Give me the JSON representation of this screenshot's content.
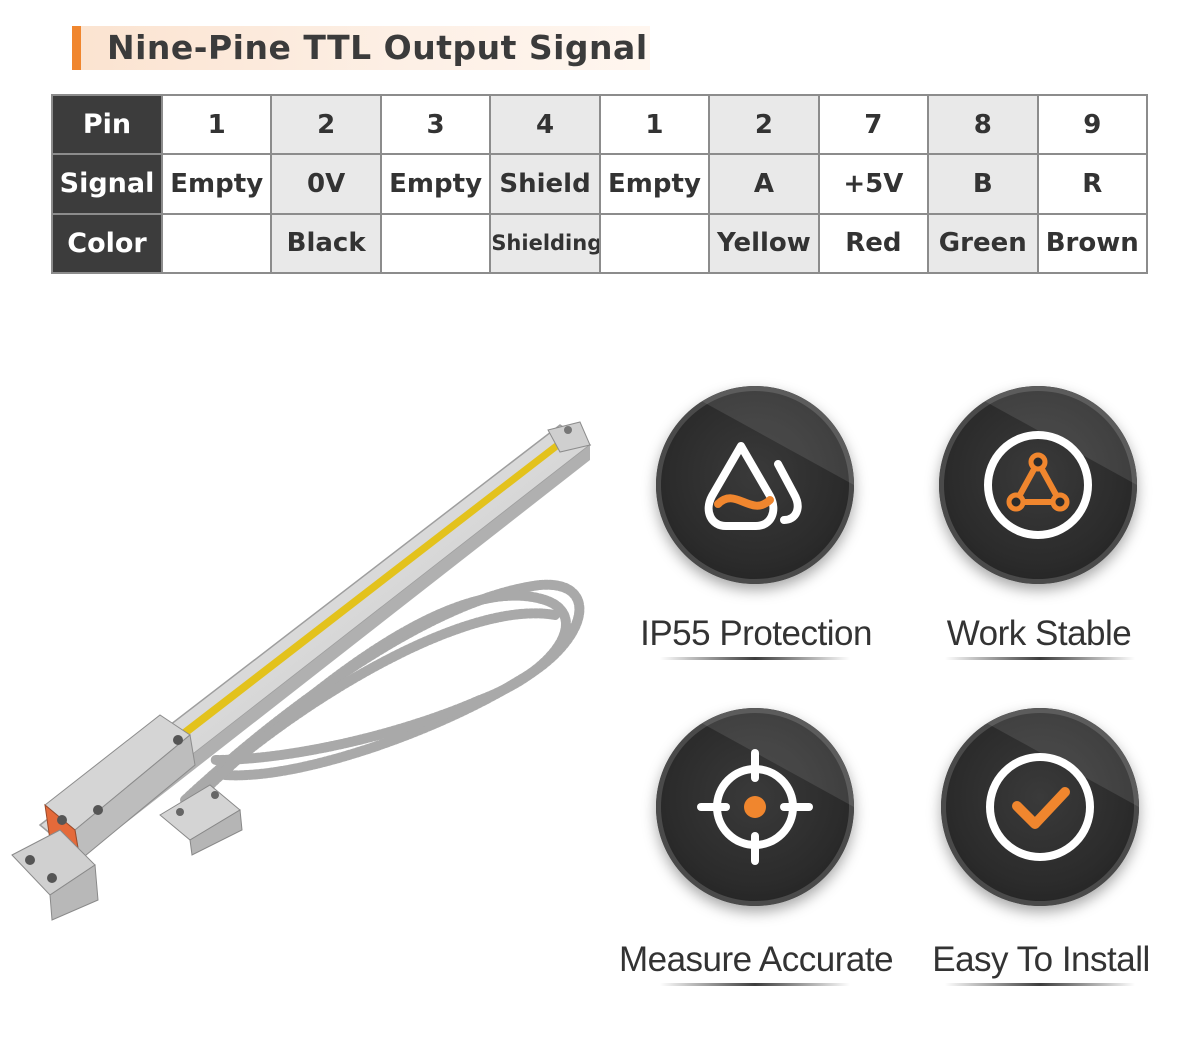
{
  "title": "Nine-Pine TTL Output Signal",
  "table": {
    "row_headers": [
      "Pin",
      "Signal",
      "Color"
    ],
    "pins": [
      "1",
      "2",
      "3",
      "4",
      "1",
      "2",
      "7",
      "8",
      "9"
    ],
    "signals": [
      "Empty",
      "0V",
      "Empty",
      "Shield",
      "Empty",
      "A",
      "+5V",
      "B",
      "R"
    ],
    "colors": [
      "",
      "Black",
      "",
      "Shielding",
      "",
      "Yellow",
      "Red",
      "Green",
      "Brown"
    ]
  },
  "features": [
    {
      "label": "IP55 Protection",
      "icon": "water-drops-icon"
    },
    {
      "label": "Work Stable",
      "icon": "triangle-nodes-icon"
    },
    {
      "label": "Measure Accurate",
      "icon": "crosshair-target-icon"
    },
    {
      "label": "Easy To Install",
      "icon": "checkmark-icon"
    }
  ],
  "colors": {
    "accent": "#f0862e",
    "header_bg": "#3c3c3c",
    "icon_bg": "#2b2b2b"
  }
}
